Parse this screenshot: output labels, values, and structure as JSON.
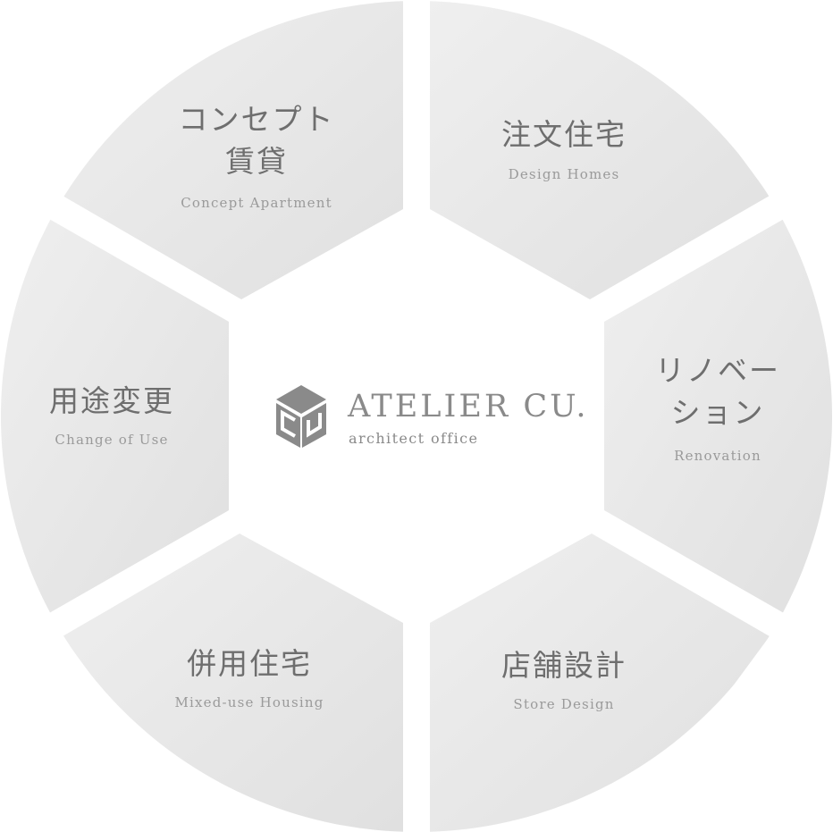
{
  "logo": {
    "name": "ATELIER CU.",
    "tagline": "architect office",
    "mark_letters": "CU"
  },
  "segments": [
    {
      "title_lines": [
        "注文住宅"
      ],
      "subtitle": "Design Homes"
    },
    {
      "title_lines": [
        "リノベー",
        "ション"
      ],
      "subtitle": "Renovation"
    },
    {
      "title_lines": [
        "店舗設計"
      ],
      "subtitle": "Store Design"
    },
    {
      "title_lines": [
        "併用住宅"
      ],
      "subtitle": "Mixed-use Housing"
    },
    {
      "title_lines": [
        "用途変更"
      ],
      "subtitle": "Change of Use"
    },
    {
      "title_lines": [
        "コンセプト",
        "賃貸"
      ],
      "subtitle": "Concept Apartment"
    }
  ],
  "colors": {
    "segment_fill_light": "#ececec",
    "segment_fill_dark": "#dedede",
    "title": "#6e6e6e",
    "subtitle": "#9a9a9a",
    "logo": "#8a8a8a"
  }
}
